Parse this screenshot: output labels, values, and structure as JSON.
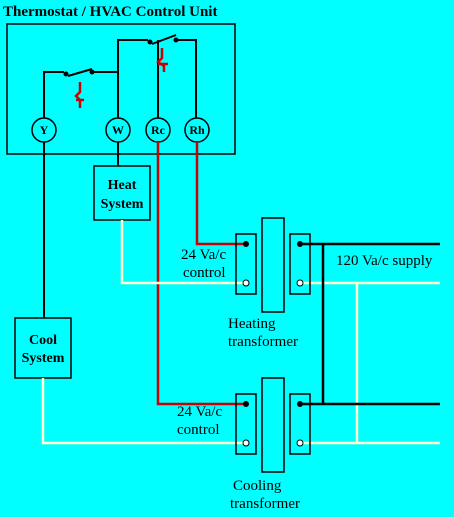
{
  "title": "Thermostat / HVAC Control Unit",
  "terminals": {
    "y": "Y",
    "w": "W",
    "rc": "Rc",
    "rh": "Rh"
  },
  "heat_system": {
    "line1": "Heat",
    "line2": "System"
  },
  "cool_system": {
    "line1": "Cool",
    "line2": "System"
  },
  "heating_transformer": {
    "line1": "Heating",
    "line2": "transformer",
    "control_line1": "24 Va/c",
    "control_line2": "control"
  },
  "cooling_transformer": {
    "line1": "Cooling",
    "line2": "transformer",
    "control_line1": "24 Va/c",
    "control_line2": "control"
  },
  "supply_label": "120 Va/c supply",
  "colors": {
    "background": "#00ffff",
    "wire_black": "#000000",
    "wire_red": "#cc0000",
    "wire_neutral": "#ffffcc",
    "switch_red": "#cc0000"
  }
}
